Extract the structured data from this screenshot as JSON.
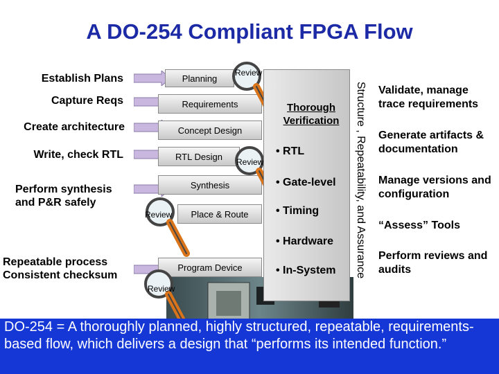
{
  "title": "A DO-254 Compliant FPGA Flow",
  "left_labels": {
    "establish": "Establish Plans",
    "capture": "Capture Reqs",
    "architecture": "Create architecture",
    "rtl": "Write, check RTL",
    "synthesis": "Perform synthesis and P&R safely",
    "repeatable": "Repeatable process Consistent checksum"
  },
  "steps": {
    "planning": "Planning",
    "requirements": "Requirements",
    "concept": "Concept Design",
    "rtl_design": "RTL Design",
    "synthesis": "Synthesis",
    "place_route": "Place & Route",
    "program": "Program Device"
  },
  "review_label": "Review",
  "verification": {
    "title": "Thorough Verification",
    "items": [
      "• RTL",
      "• Gate-level",
      "• Timing",
      "• Hardware",
      "• In-System"
    ]
  },
  "vertical_text": "Structure , Repeatability, and Assurance",
  "right_items": [
    "Validate, manage trace requirements",
    "Generate artifacts & documentation",
    "Manage versions and configuration",
    "“Assess” Tools",
    "Perform reviews and audits"
  ],
  "footer": "DO-254 = A thoroughly planned, highly structured, repeatable, requirements-based flow, which delivers a design that “performs its intended function.”",
  "colors": {
    "title": "#1c2aa6",
    "footer_bg": "#1537d6",
    "arrow": "#c9b7e0",
    "magnifier_handle": "#d9741a"
  }
}
